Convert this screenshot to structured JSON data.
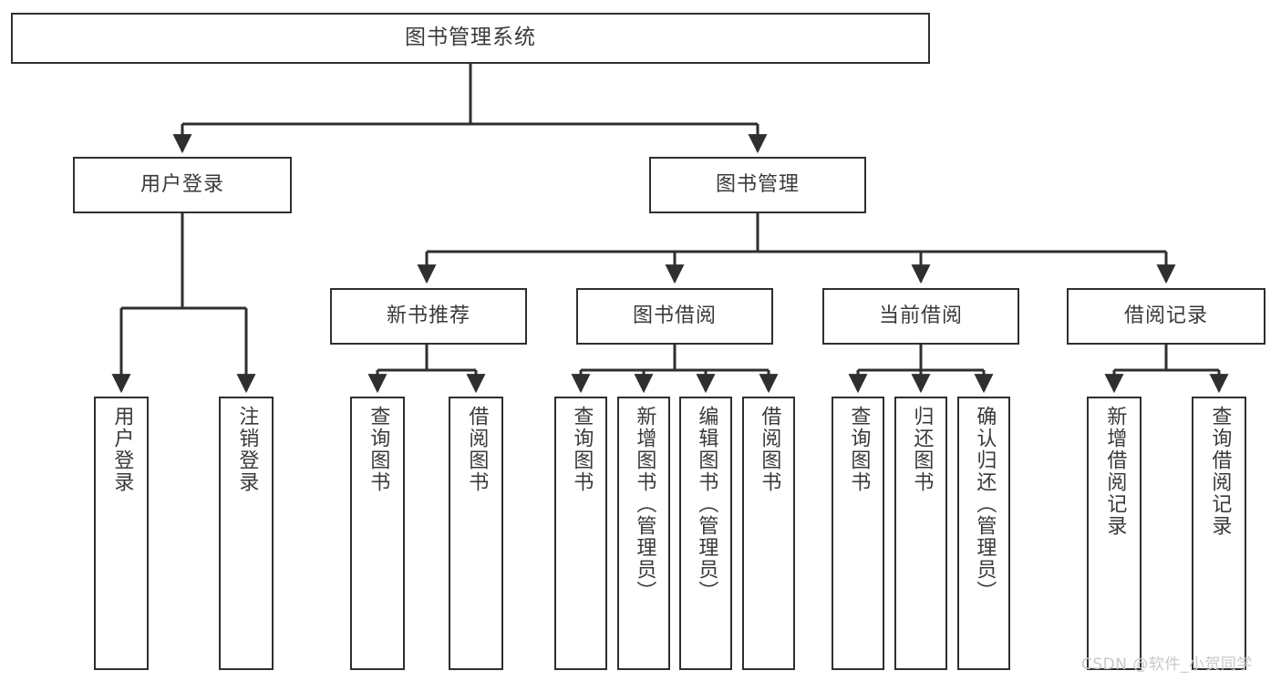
{
  "diagram": {
    "type": "tree",
    "title": "图书管理系统",
    "orientation": "top-down",
    "colors": {
      "stroke": "#2f2f2f",
      "fill": "#ffffff",
      "text": "#3a3a3a",
      "watermark": "#c9c9c9"
    },
    "levels": {
      "root": {
        "label": "图书管理系统"
      },
      "level2": [
        {
          "label": "用户登录"
        },
        {
          "label": "图书管理"
        }
      ],
      "level3": [
        {
          "label": "新书推荐"
        },
        {
          "label": "图书借阅"
        },
        {
          "label": "当前借阅"
        },
        {
          "label": "借阅记录"
        }
      ],
      "leaves": {
        "user_login": [
          {
            "label": "用户登录"
          },
          {
            "label": "注销登录"
          }
        ],
        "new_book_recommend": [
          {
            "label": "查询图书"
          },
          {
            "label": "借阅图书"
          }
        ],
        "book_borrow": [
          {
            "label": "查询图书"
          },
          {
            "label": "新增图书（管理员）"
          },
          {
            "label": "编辑图书（管理员）"
          },
          {
            "label": "借阅图书"
          }
        ],
        "current_borrow": [
          {
            "label": "查询图书"
          },
          {
            "label": "归还图书"
          },
          {
            "label": "确认归还（管理员）"
          }
        ],
        "borrow_record": [
          {
            "label": "新增借阅记录"
          },
          {
            "label": "查询借阅记录"
          }
        ]
      }
    }
  },
  "watermark": {
    "text": "CSDN @软件_小贺同学"
  }
}
